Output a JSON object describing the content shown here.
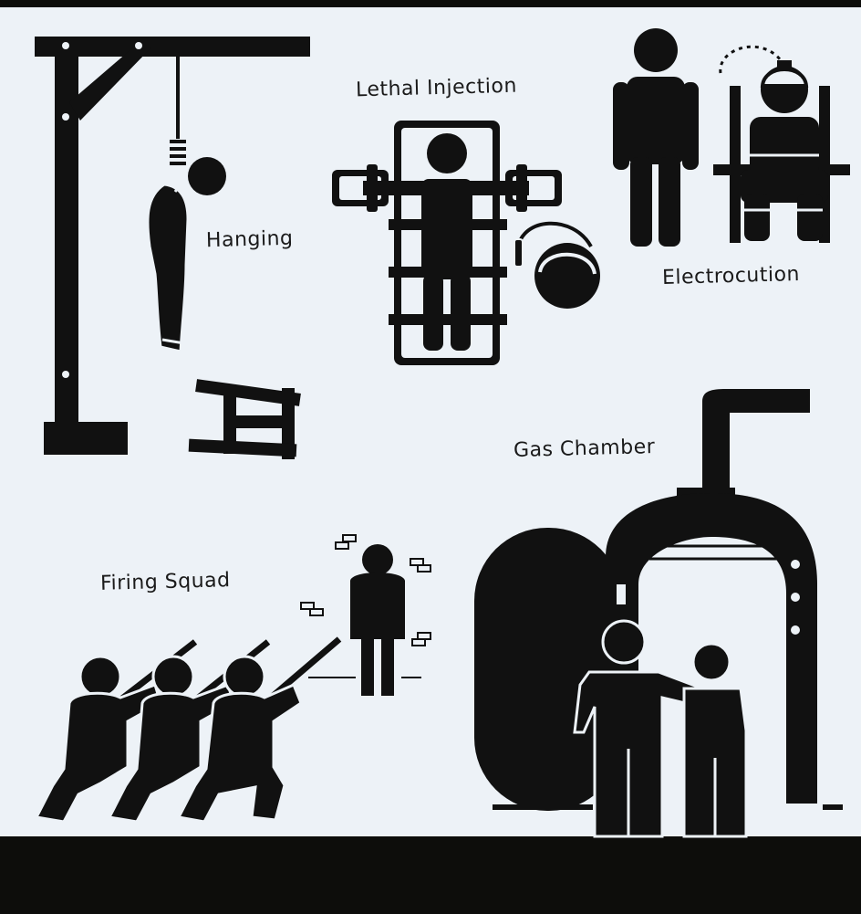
{
  "colors": {
    "background": "#edf2f7",
    "ink": "#111111",
    "frame": "#0d0d0b"
  },
  "labels": {
    "hanging": "Hanging",
    "lethal_injection": "Lethal Injection",
    "electrocution": "Electrocution",
    "gas_chamber": "Gas Chamber",
    "firing_squad": "Firing Squad"
  }
}
